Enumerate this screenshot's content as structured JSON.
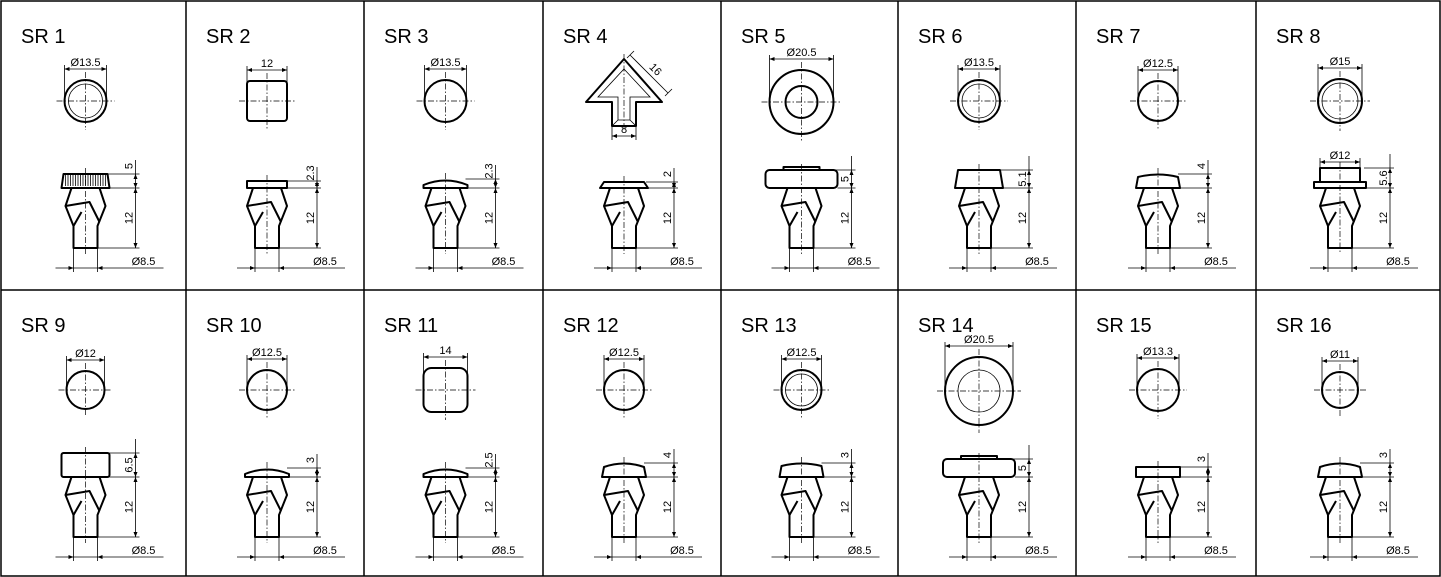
{
  "parts": [
    {
      "label": "SR 1",
      "top": {
        "shape": "circle",
        "dim": "Ø13.5",
        "inner": true
      },
      "cap": {
        "style": "knurl",
        "height": "5"
      },
      "stem": {
        "height": "12",
        "dia": "Ø8.5"
      }
    },
    {
      "label": "SR 2",
      "top": {
        "shape": "square",
        "dim": "12"
      },
      "cap": {
        "style": "thin",
        "height": "2.3"
      },
      "stem": {
        "height": "12",
        "dia": "Ø8.5"
      }
    },
    {
      "label": "SR 3",
      "top": {
        "shape": "circle",
        "dim": "Ø13.5"
      },
      "cap": {
        "style": "dome",
        "height": "2.3"
      },
      "stem": {
        "height": "12",
        "dia": "Ø8.5"
      }
    },
    {
      "label": "SR 4",
      "top": {
        "shape": "arrow",
        "dim": "16",
        "dim2": "8"
      },
      "cap": {
        "style": "flat",
        "height": "2"
      },
      "stem": {
        "height": "12",
        "dia": "Ø8.5"
      }
    },
    {
      "label": "SR 5",
      "top": {
        "shape": "ring",
        "dim": "Ø20.5"
      },
      "cap": {
        "style": "wide",
        "height": "5"
      },
      "stem": {
        "height": "12",
        "dia": "Ø8.5"
      }
    },
    {
      "label": "SR 6",
      "top": {
        "shape": "circle",
        "dim": "Ø13.5",
        "inner": true
      },
      "cap": {
        "style": "tall",
        "height": "5.1"
      },
      "stem": {
        "height": "12",
        "dia": "Ø8.5"
      }
    },
    {
      "label": "SR 7",
      "top": {
        "shape": "circle",
        "dim": "Ø12.5"
      },
      "cap": {
        "style": "medium",
        "height": "4"
      },
      "stem": {
        "height": "12",
        "dia": "Ø8.5"
      }
    },
    {
      "label": "SR 8",
      "top": {
        "shape": "circle",
        "dim": "Ø15",
        "inner": true
      },
      "cap": {
        "style": "stepped",
        "height": "5.6",
        "dim2": "Ø12"
      },
      "stem": {
        "height": "12",
        "dia": "Ø8.5"
      }
    },
    {
      "label": "SR 9",
      "top": {
        "shape": "circle",
        "dim": "Ø12"
      },
      "cap": {
        "style": "block",
        "height": "6.5"
      },
      "stem": {
        "height": "12",
        "dia": "Ø8.5"
      }
    },
    {
      "label": "SR 10",
      "top": {
        "shape": "circle",
        "dim": "Ø12.5"
      },
      "cap": {
        "style": "dome",
        "height": "3"
      },
      "stem": {
        "height": "12",
        "dia": "Ø8.5"
      }
    },
    {
      "label": "SR 11",
      "top": {
        "shape": "rsquare",
        "dim": "14"
      },
      "cap": {
        "style": "dome",
        "height": "2.5"
      },
      "stem": {
        "height": "12",
        "dia": "Ø8.5"
      }
    },
    {
      "label": "SR 12",
      "top": {
        "shape": "circle",
        "dim": "Ø12.5"
      },
      "cap": {
        "style": "tdome",
        "height": "4"
      },
      "stem": {
        "height": "12",
        "dia": "Ø8.5"
      }
    },
    {
      "label": "SR 13",
      "top": {
        "shape": "circle",
        "dim": "Ø12.5",
        "inner": true
      },
      "cap": {
        "style": "medium",
        "height": "3"
      },
      "stem": {
        "height": "12",
        "dia": "Ø8.5"
      }
    },
    {
      "label": "SR 14",
      "top": {
        "shape": "ringlarge",
        "dim": "Ø20.5"
      },
      "cap": {
        "style": "wide",
        "height": "5"
      },
      "stem": {
        "height": "12",
        "dia": "Ø8.5"
      }
    },
    {
      "label": "SR 15",
      "top": {
        "shape": "circle",
        "dim": "Ø13.3"
      },
      "cap": {
        "style": "rect",
        "height": "3"
      },
      "stem": {
        "height": "12",
        "dia": "Ø8.5"
      }
    },
    {
      "label": "SR 16",
      "top": {
        "shape": "circle",
        "dim": "Ø11"
      },
      "cap": {
        "style": "tdome",
        "height": "3"
      },
      "stem": {
        "height": "12",
        "dia": "Ø8.5"
      }
    }
  ]
}
